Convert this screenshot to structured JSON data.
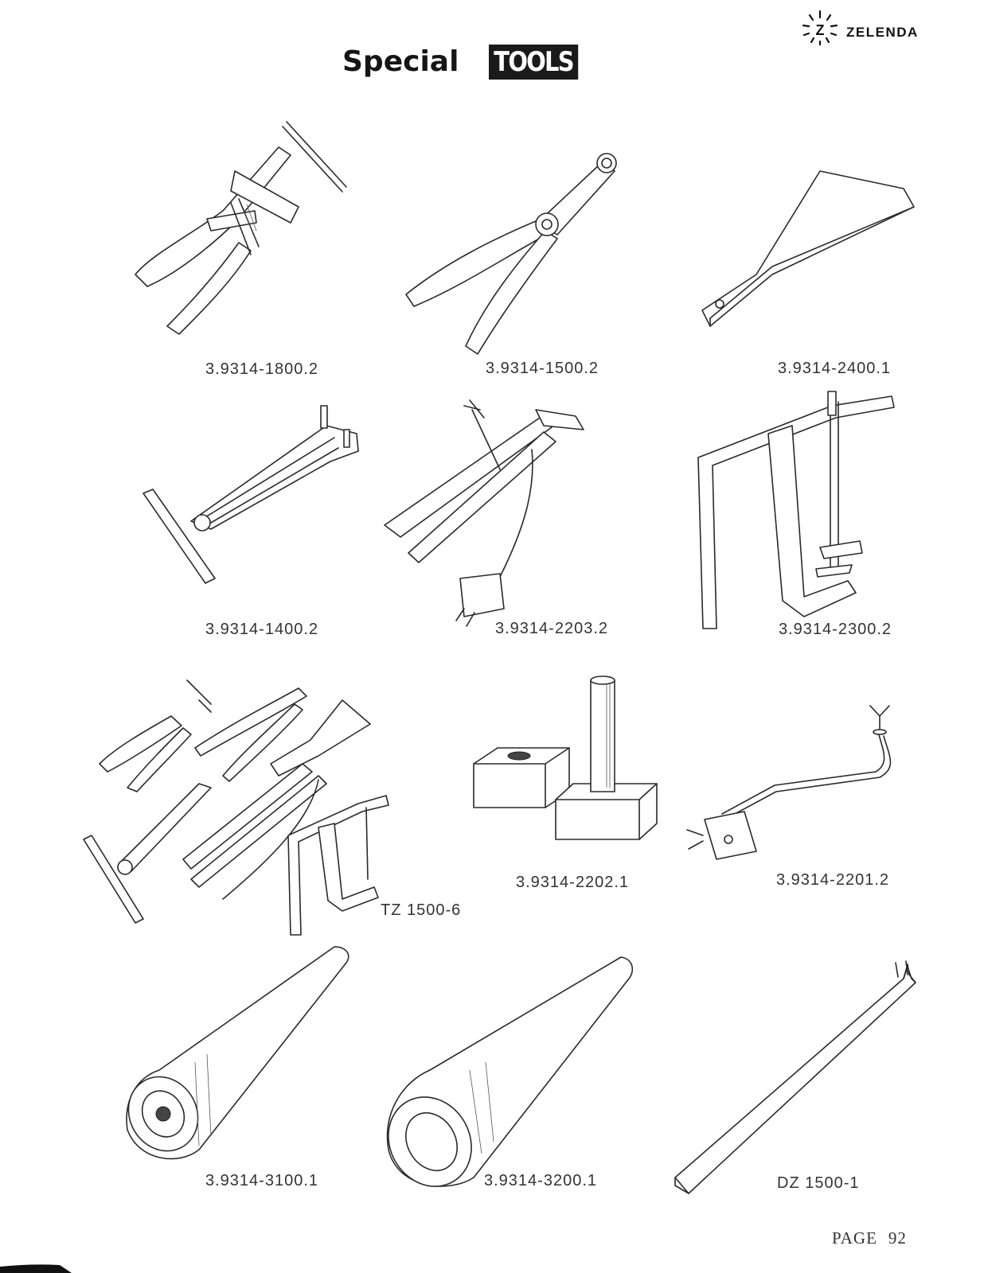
{
  "header": {
    "brand_name": "ZELENDA",
    "brand_letter": "Z",
    "title_word": "Special",
    "title_box": "TOOLS"
  },
  "tools": [
    {
      "label": "3.9314-1800.2",
      "icon": "valve-spring-compressor-icon"
    },
    {
      "label": "3.9314-1500.2",
      "icon": "pliers-icon"
    },
    {
      "label": "3.9314-2400.1",
      "icon": "flat-lever-icon"
    },
    {
      "label": "3.9314-1400.2",
      "icon": "t-handle-puller-icon"
    },
    {
      "label": "3.9314-2203.2",
      "icon": "clamp-bracket-icon"
    },
    {
      "label": "3.9314-2300.2",
      "icon": "c-clamp-icon"
    },
    {
      "label": "TZ 1500-6",
      "icon": "tool-set-icon"
    },
    {
      "label": "3.9314-2202.1",
      "icon": "block-and-pin-icon"
    },
    {
      "label": "3.9314-2201.2",
      "icon": "bent-rod-clamp-icon"
    },
    {
      "label": "3.9314-3100.1",
      "icon": "tapered-sleeve-icon"
    },
    {
      "label": "3.9314-3200.1",
      "icon": "wide-tapered-sleeve-icon"
    },
    {
      "label": "DZ 1500-1",
      "icon": "forked-bar-icon"
    }
  ],
  "footer": {
    "page_word": "PAGE",
    "page_number": "92"
  },
  "colors": {
    "ink": "#2a2a2a",
    "title_box_bg": "#1a1a1a",
    "paper": "#ffffff"
  }
}
